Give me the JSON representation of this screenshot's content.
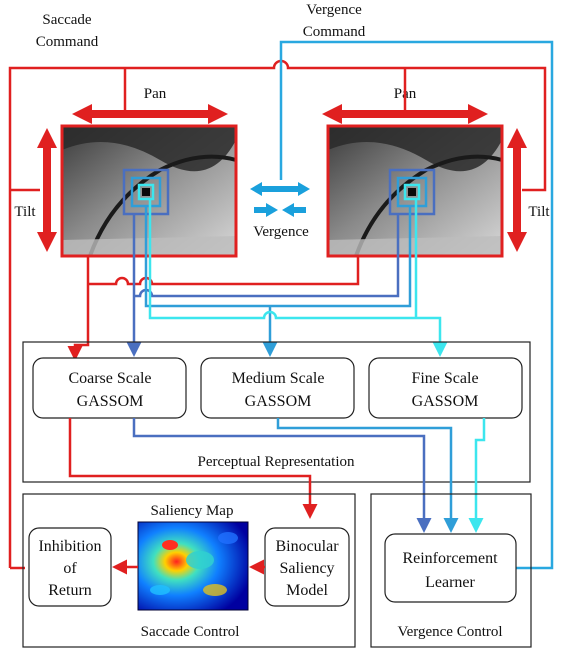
{
  "labels": {
    "saccade_command_line1": "Saccade",
    "saccade_command_line2": "Command",
    "vergence_command_line1": "Vergence",
    "vergence_command_line2": "Command",
    "pan_left": "Pan",
    "pan_right": "Pan",
    "tilt_left": "Tilt",
    "tilt_right": "Tilt",
    "vergence": "Vergence",
    "perceptual_representation": "Perceptual Representation",
    "saliency_map": "Saliency Map",
    "saccade_control": "Saccade Control",
    "vergence_control": "Vergence Control"
  },
  "modules": {
    "coarse": {
      "line1": "Coarse Scale",
      "line2": "GASSOM"
    },
    "medium": {
      "line1": "Medium Scale",
      "line2": "GASSOM"
    },
    "fine": {
      "line1": "Fine Scale",
      "line2": "GASSOM"
    },
    "inhibition": {
      "line1": "Inhibition",
      "line2": "of",
      "line3": "Return"
    },
    "binocular": {
      "line1": "Binocular",
      "line2": "Saliency",
      "line3": "Model"
    },
    "reinforcement": {
      "line1": "Reinforcement",
      "line2": "Learner"
    }
  },
  "colors": {
    "saccade_red": "#e02020",
    "vergence_cyan": "#29a8e0",
    "coarse_blue": "#4a6fc0",
    "medium_blue": "#2f9ed8",
    "fine_cyan": "#3ce6ee",
    "arrow_blue": "#1aa0dc"
  }
}
